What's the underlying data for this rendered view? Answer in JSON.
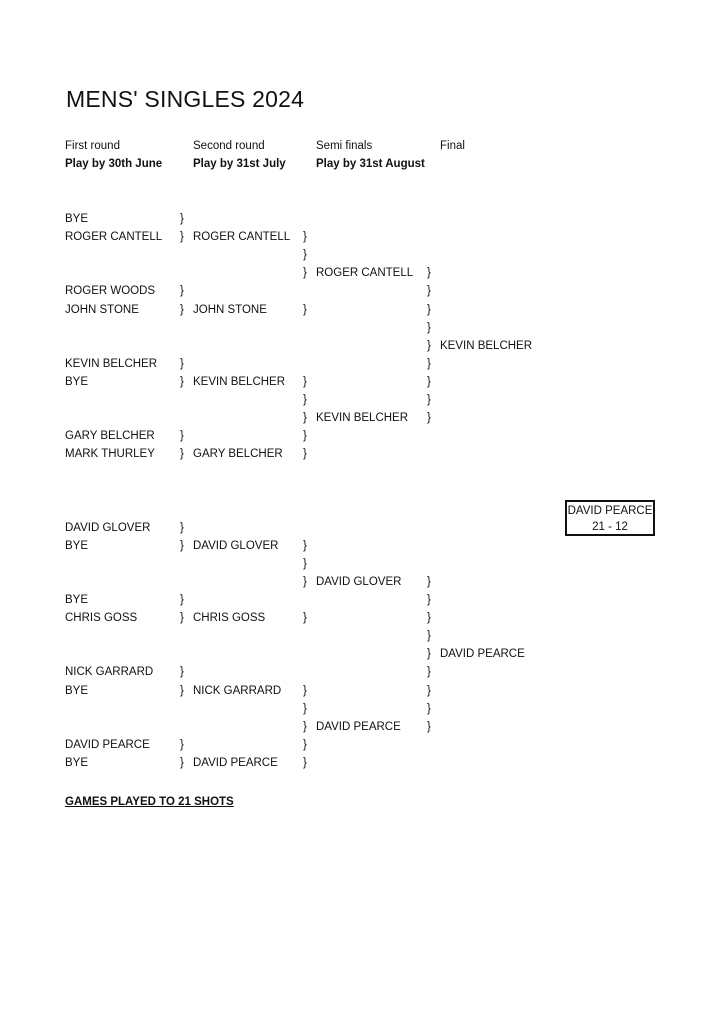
{
  "title": "MENS' SINGLES 2024",
  "headers": [
    {
      "label": "First round",
      "deadline": "Play by 30th June"
    },
    {
      "label": "Second round",
      "deadline": "Play by 31st July"
    },
    {
      "label": "Semi finals",
      "deadline": "Play by 31st August"
    },
    {
      "label": "Final",
      "deadline": ""
    }
  ],
  "brace_char": "}",
  "first_round": [
    "BYE",
    "ROGER CANTELL",
    "ROGER WOODS",
    "JOHN STONE",
    "KEVIN BELCHER",
    "BYE",
    "GARY BELCHER",
    "MARK THURLEY",
    "DAVID GLOVER",
    "BYE",
    "BYE",
    "CHRIS GOSS",
    "NICK GARRARD",
    "BYE",
    "DAVID PEARCE",
    "BYE"
  ],
  "second_round": [
    "ROGER CANTELL",
    "JOHN STONE",
    "KEVIN BELCHER",
    "GARY BELCHER",
    "DAVID GLOVER",
    "CHRIS GOSS",
    "NICK GARRARD",
    "DAVID PEARCE"
  ],
  "semi_finals": [
    "ROGER CANTELL",
    "KEVIN BELCHER",
    "DAVID GLOVER",
    "DAVID PEARCE"
  ],
  "final": [
    "KEVIN BELCHER",
    "DAVID PEARCE"
  ],
  "winner": {
    "name": "DAVID PEARCE",
    "score": "21 - 12"
  },
  "footer_note": "GAMES PLAYED TO 21  SHOTS"
}
